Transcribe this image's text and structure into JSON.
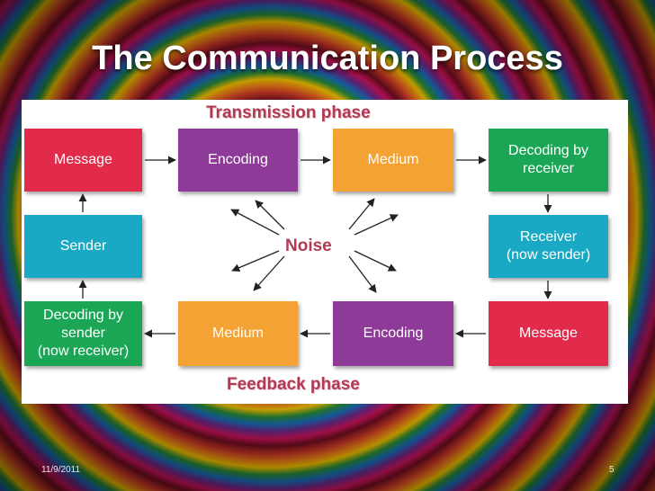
{
  "slide": {
    "title": "The Communication Process",
    "date": "11/9/2011",
    "page_number": "5"
  },
  "diagram": {
    "top_phase": "Transmission phase",
    "bottom_phase": "Feedback phase",
    "noise": "Noise",
    "boxes": {
      "message_top": "Message",
      "encoding_top": "Encoding",
      "medium_top": "Medium",
      "decoding_receiver": "Decoding by\nreceiver",
      "sender": "Sender",
      "receiver": "Receiver\n(now sender)",
      "decoding_sender": "Decoding by\nsender\n(now receiver)",
      "medium_bottom": "Medium",
      "encoding_bottom": "Encoding",
      "message_bottom": "Message"
    },
    "colors": {
      "message": "#e22a4b",
      "encoding": "#8e3a98",
      "medium": "#f4a234",
      "decoding": "#1aa655",
      "sender_receiver": "#1aa9c4",
      "phase_text": "#b03a52"
    }
  }
}
